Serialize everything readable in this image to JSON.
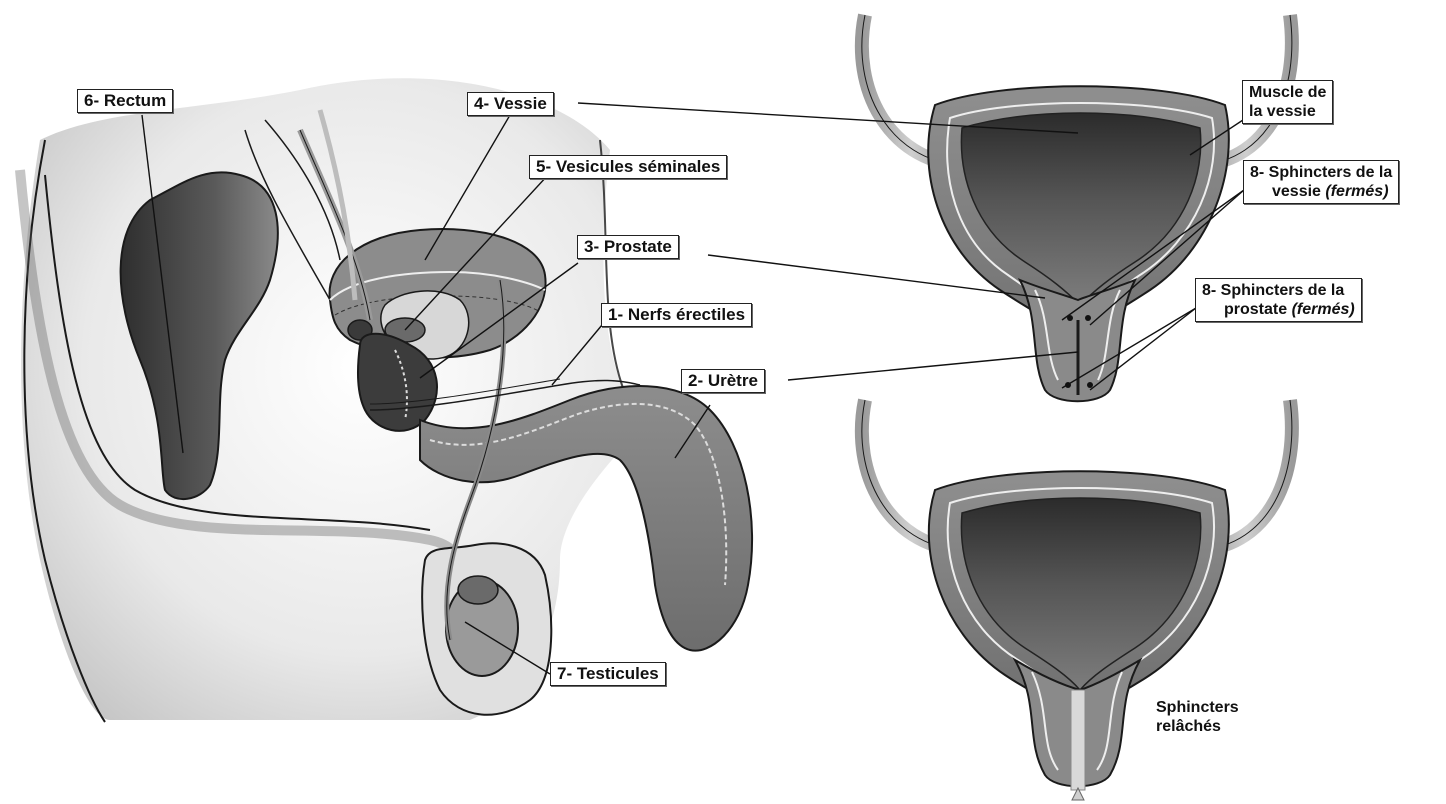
{
  "labels": {
    "rectum": "6- Rectum",
    "vessie": "4- Vessie",
    "vesicules": "5- Vesicules séminales",
    "prostate": "3- Prostate",
    "nerfs": "1- Nerfs érectiles",
    "uretre": "2- Urètre",
    "testicules": "7- Testicules"
  },
  "muscle": {
    "line1": "Muscle de",
    "line2": "la vessie"
  },
  "sphincters_vessie": {
    "line1": "8- Sphincters de la",
    "line2_text": "vessie ",
    "line2_em": "(fermés)"
  },
  "sphincters_prostate": {
    "line1": "8- Sphincters de la",
    "line2_text": "prostate ",
    "line2_em": "(fermés)"
  },
  "relaxed": {
    "line1": "Sphincters",
    "line2": "relâchés"
  },
  "colors": {
    "tissue_light": "#e6e6e6",
    "tissue_mid": "#9a9a9a",
    "tissue_dark": "#3e3e3e",
    "outline": "#1a1a1a"
  }
}
